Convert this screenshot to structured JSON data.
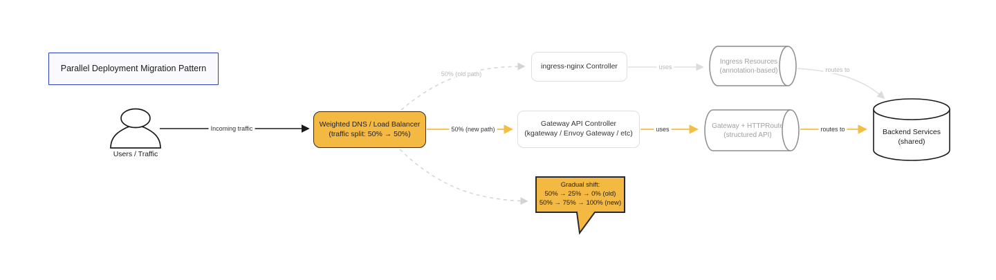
{
  "title": "Parallel Deployment Migration Pattern",
  "nodes": {
    "users": {
      "label": "Users / Traffic"
    },
    "dns": {
      "line1": "Weighted DNS / Load Balancer",
      "line2": "(traffic split: 50% → 50%)"
    },
    "ingress_controller": {
      "label": "ingress-nginx Controller"
    },
    "gateway_controller": {
      "line1": "Gateway API Controller",
      "line2": "(kgateway / Envoy Gateway / etc)"
    },
    "ingress_resources": {
      "line1": "Ingress Resources",
      "line2": "(annotation-based)"
    },
    "gateway_httproute": {
      "line1": "Gateway + HTTPRoute",
      "line2": "(structured API)"
    },
    "backend": {
      "line1": "Backend Services",
      "line2": "(shared)"
    },
    "note": {
      "line1": "Gradual shift:",
      "line2": "50% → 25% → 0% (old)",
      "line3": "50% → 75% → 100% (new)"
    }
  },
  "edges": {
    "incoming": {
      "label": "Incoming traffic"
    },
    "old_path": {
      "label": "50% (old path)"
    },
    "new_path": {
      "label": "50% (new path)"
    },
    "uses_old": {
      "label": "uses"
    },
    "uses_new": {
      "label": "uses"
    },
    "routes_old": {
      "label": "routes to"
    },
    "routes_new": {
      "label": "routes to"
    }
  },
  "colors": {
    "amber_fill": "#F4B942",
    "gold_edge": "#F2BE45",
    "gray_edge": "#D8D8D8",
    "gray_text": "#B8B8B8",
    "cylinder_border": "#8C8C8C",
    "cylinder_text": "#A0A0A0",
    "dark_border": "#2A2A2A",
    "blue_border": "#2B3FC0"
  }
}
